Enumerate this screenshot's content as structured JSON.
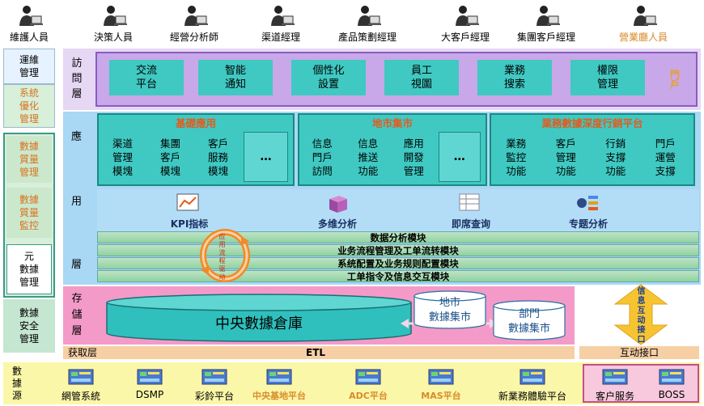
{
  "users": [
    {
      "label": "維護人員",
      "icon": "person-at-computer-icon",
      "color": "#000000"
    },
    {
      "label": "決策人員",
      "icon": "person-icon",
      "color": "#000000"
    },
    {
      "label": "經營分析師",
      "icon": "person-at-computer-icon",
      "color": "#000000"
    },
    {
      "label": "渠道經理",
      "icon": "person-at-computer-icon",
      "color": "#000000"
    },
    {
      "label": "產品策劃經理",
      "icon": "person-reading-icon",
      "color": "#000000"
    },
    {
      "label": "大客戶經理",
      "icon": "person-on-phone-icon",
      "color": "#000000"
    },
    {
      "label": "集團客戶經理",
      "icon": "person-on-phone-icon",
      "color": "#000000"
    },
    {
      "label": "營業廳人員",
      "icon": "person-on-phone-icon",
      "color": "#d98a2a"
    }
  ],
  "left_column": {
    "ops": "運維\n管理",
    "opt": "系統\n優化\n管理",
    "dq_manage": "數據\n質量\n管理",
    "dq_monitor": "數據\n質量\n監控",
    "meta": "元\n數據\n管理",
    "security": "數據\n安全\n管理",
    "source": "數\n據\n源"
  },
  "access_layer": {
    "label": "訪\n問\n層",
    "modules": [
      "交流\n平台",
      "智能\n通知",
      "個性化\n設置",
      "員工\n視圖",
      "業務\n搜索",
      "權限\n管理"
    ],
    "side_label": "門戶"
  },
  "app_layer": {
    "label_top": "應",
    "label_mid": "用",
    "label_bot": "層",
    "groups": [
      {
        "title": "基礎應用",
        "modules": [
          "渠道\n管理\n模塊",
          "集團\n客戶\n模塊",
          "客戶\n服務\n模塊",
          "…"
        ]
      },
      {
        "title": "地市集市",
        "modules": [
          "信息\n門戶\n訪問",
          "信息\n推送\n功能",
          "應用\n開發\n管理",
          "…"
        ]
      },
      {
        "title": "業務數據深度行銷平台",
        "modules": [
          "業務\n監控\n功能",
          "客戶\n管理\n功能",
          "行銷\n支撐\n功能",
          "門戶\n運營\n支撐"
        ]
      }
    ],
    "tools": [
      {
        "label": "KPI指标",
        "icon": "kpi-chart-icon"
      },
      {
        "label": "多维分析",
        "icon": "cube-icon"
      },
      {
        "label": "即席查询",
        "icon": "table-query-icon"
      },
      {
        "label": "专题分析",
        "icon": "topic-analysis-icon"
      }
    ],
    "bars": [
      "数据分析模块",
      "业务流程管理及工单流转模块",
      "系统配置及业务规则配置模块",
      "工单指令及信息交互模块"
    ],
    "cycle_label": "应用流程驱动"
  },
  "storage_layer": {
    "label": "存\n儲\n層",
    "warehouse": "中央數據倉庫",
    "mart_city": "地市\n數據集市",
    "mart_dept": "部門\n數據集市",
    "interface_arrow": "信息互动接口"
  },
  "etl_row": {
    "left": "获取层",
    "center": "ETL",
    "right": "互动接口"
  },
  "sources": [
    {
      "label": "網管系統",
      "color": "#000000"
    },
    {
      "label": "DSMP",
      "color": "#000000"
    },
    {
      "label": "彩鈴平台",
      "color": "#000000"
    },
    {
      "label": "中央基地平台",
      "color": "#d98a2a"
    },
    {
      "label": "ADC平台",
      "color": "#d98a2a"
    },
    {
      "label": "MAS平台",
      "color": "#d98a2a"
    },
    {
      "label": "新業務體驗平台",
      "color": "#000000"
    },
    {
      "label": "客户服务",
      "color": "#000000"
    },
    {
      "label": "BOSS",
      "color": "#000000"
    }
  ],
  "colors": {
    "access_bg": "#c8a8e8",
    "app_bg": "#a9d8f5",
    "module_teal": "#3fc9c2",
    "storage_bg": "#f49ac8",
    "etl_bg": "#f6cfa5",
    "source_bg": "#fbf7a8",
    "accent_orange": "#e35b1d",
    "left_panel_bg": "#d8efd9"
  }
}
